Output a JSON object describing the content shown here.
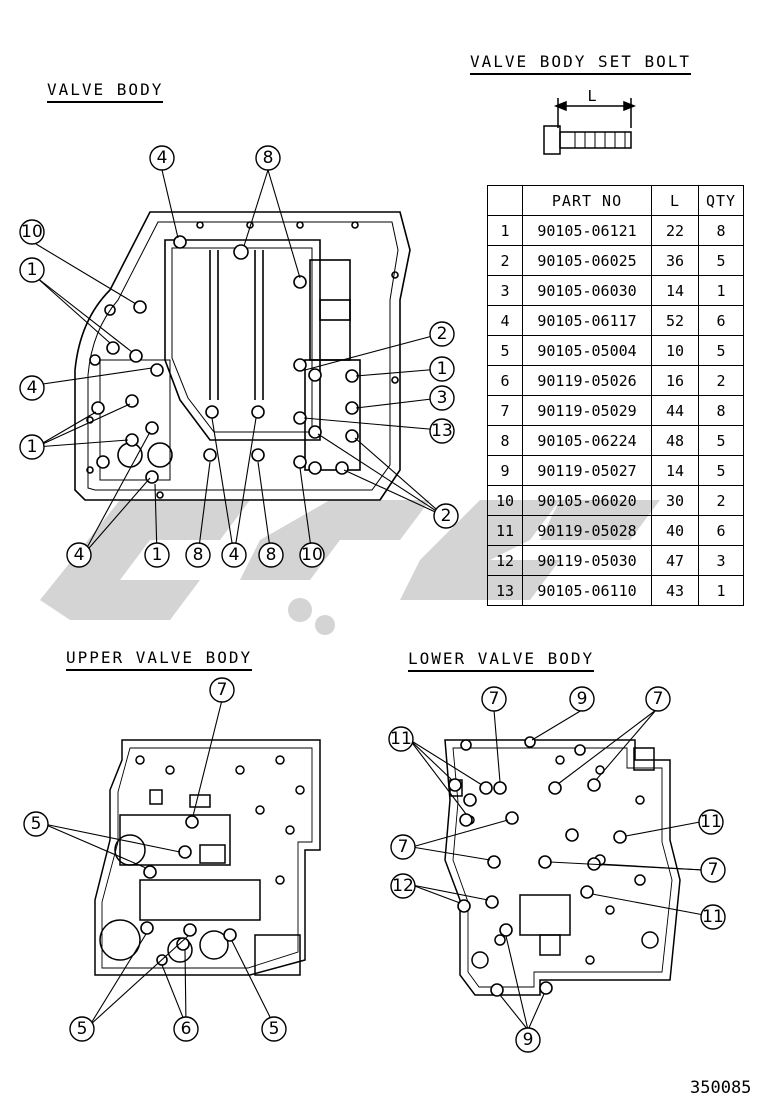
{
  "headers": {
    "valve_body": "VALVE BODY",
    "set_bolt": "VALVE BODY SET BOLT",
    "upper": "UPPER VALVE BODY",
    "lower": "LOWER VALVE BODY",
    "dim_label": "L"
  },
  "table": {
    "columns": [
      "",
      "PART NO",
      "L",
      "QTY"
    ],
    "rows": [
      {
        "no": "1",
        "part": "90105-06121",
        "l": "22",
        "qty": "8"
      },
      {
        "no": "2",
        "part": "90105-06025",
        "l": "36",
        "qty": "5"
      },
      {
        "no": "3",
        "part": "90105-06030",
        "l": "14",
        "qty": "1"
      },
      {
        "no": "4",
        "part": "90105-06117",
        "l": "52",
        "qty": "6"
      },
      {
        "no": "5",
        "part": "90105-05004",
        "l": "10",
        "qty": "5"
      },
      {
        "no": "6",
        "part": "90119-05026",
        "l": "16",
        "qty": "2"
      },
      {
        "no": "7",
        "part": "90119-05029",
        "l": "44",
        "qty": "8"
      },
      {
        "no": "8",
        "part": "90105-06224",
        "l": "48",
        "qty": "5"
      },
      {
        "no": "9",
        "part": "90119-05027",
        "l": "14",
        "qty": "5"
      },
      {
        "no": "10",
        "part": "90105-06020",
        "l": "30",
        "qty": "2"
      },
      {
        "no": "11",
        "part": "90119-05028",
        "l": "40",
        "qty": "6"
      },
      {
        "no": "12",
        "part": "90119-05030",
        "l": "47",
        "qty": "3"
      },
      {
        "no": "13",
        "part": "90105-06110",
        "l": "43",
        "qty": "1"
      }
    ]
  },
  "callouts": {
    "valve_body": [
      "4",
      "8",
      "10",
      "1",
      "4",
      "1",
      "4",
      "1",
      "8",
      "4",
      "8",
      "10",
      "2",
      "1",
      "3",
      "13",
      "2"
    ],
    "upper": [
      "7",
      "5",
      "5",
      "6",
      "5"
    ],
    "lower": [
      "7",
      "9",
      "7",
      "11",
      "11",
      "7",
      "7",
      "12",
      "11",
      "9"
    ]
  },
  "catalog_number": "350085"
}
